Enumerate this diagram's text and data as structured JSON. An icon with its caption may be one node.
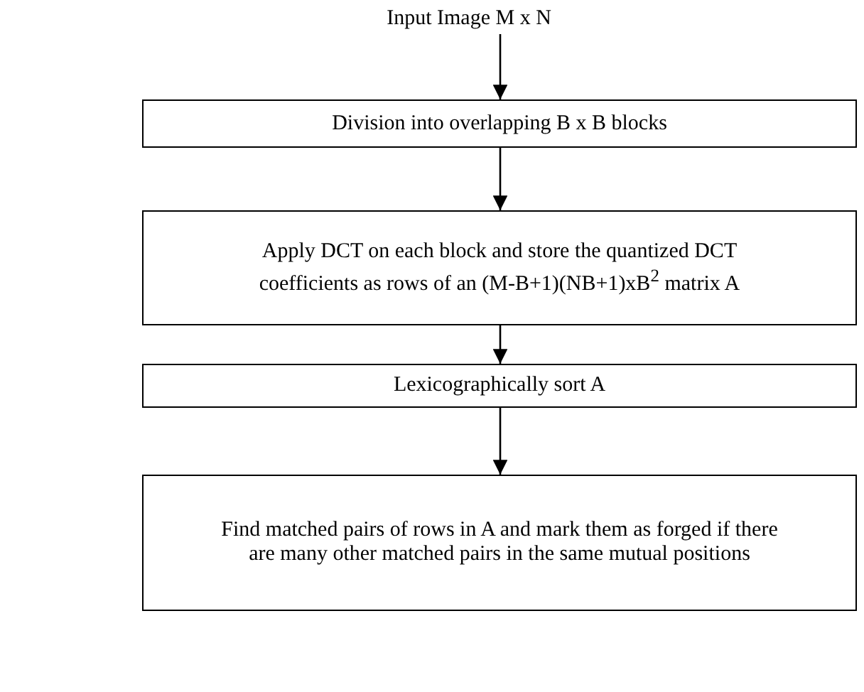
{
  "diagram": {
    "nodes": [
      {
        "text": [
          "Input Image M x N"
        ]
      },
      {
        "text": [
          "Division into overlapping  B x B blocks"
        ]
      },
      {
        "text": [
          "Apply DCT on each block and store the quantized DCT coefficients as rows of an (M-B+1)(NB+1)xB$^{2}$ matrix A"
        ]
      },
      {
        "text": [
          "Lexicographically sort A"
        ]
      },
      {
        "text": [
          "Find matched pairs of rows in A and mark them as forged if there are many other matched pairs in the  same mutual positions"
        ]
      }
    ],
    "edges": [
      {
        "from": 0,
        "to": 1,
        "arrow": "to"
      },
      {
        "from": 1,
        "to": 2,
        "arrow": "to"
      },
      {
        "from": 2,
        "to": 3,
        "arrow": "to"
      },
      {
        "from": 3,
        "to": 4,
        "arrow": "to"
      }
    ]
  }
}
